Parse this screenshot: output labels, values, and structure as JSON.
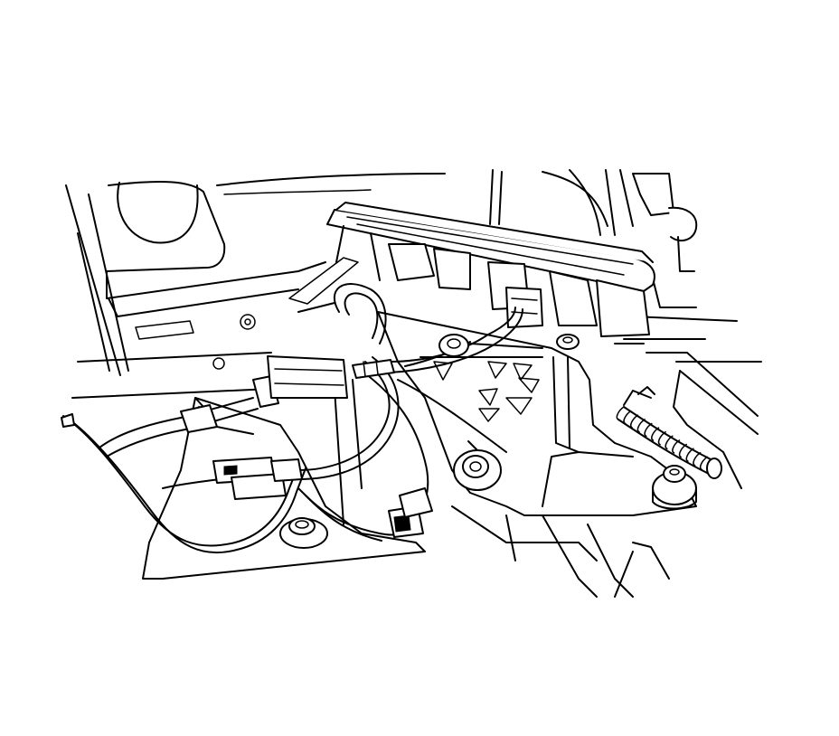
{
  "diagram": {
    "colors": {
      "background": "#ffffff",
      "line": "#000000"
    },
    "components": [
      {
        "name": "floor-panel"
      },
      {
        "name": "shifter-base"
      },
      {
        "name": "shift-lever-housing"
      },
      {
        "name": "wiring-harness"
      },
      {
        "name": "electrical-connector"
      },
      {
        "name": "mounting-bolt"
      },
      {
        "name": "corrugated-conduit"
      },
      {
        "name": "shift-cable"
      }
    ]
  }
}
